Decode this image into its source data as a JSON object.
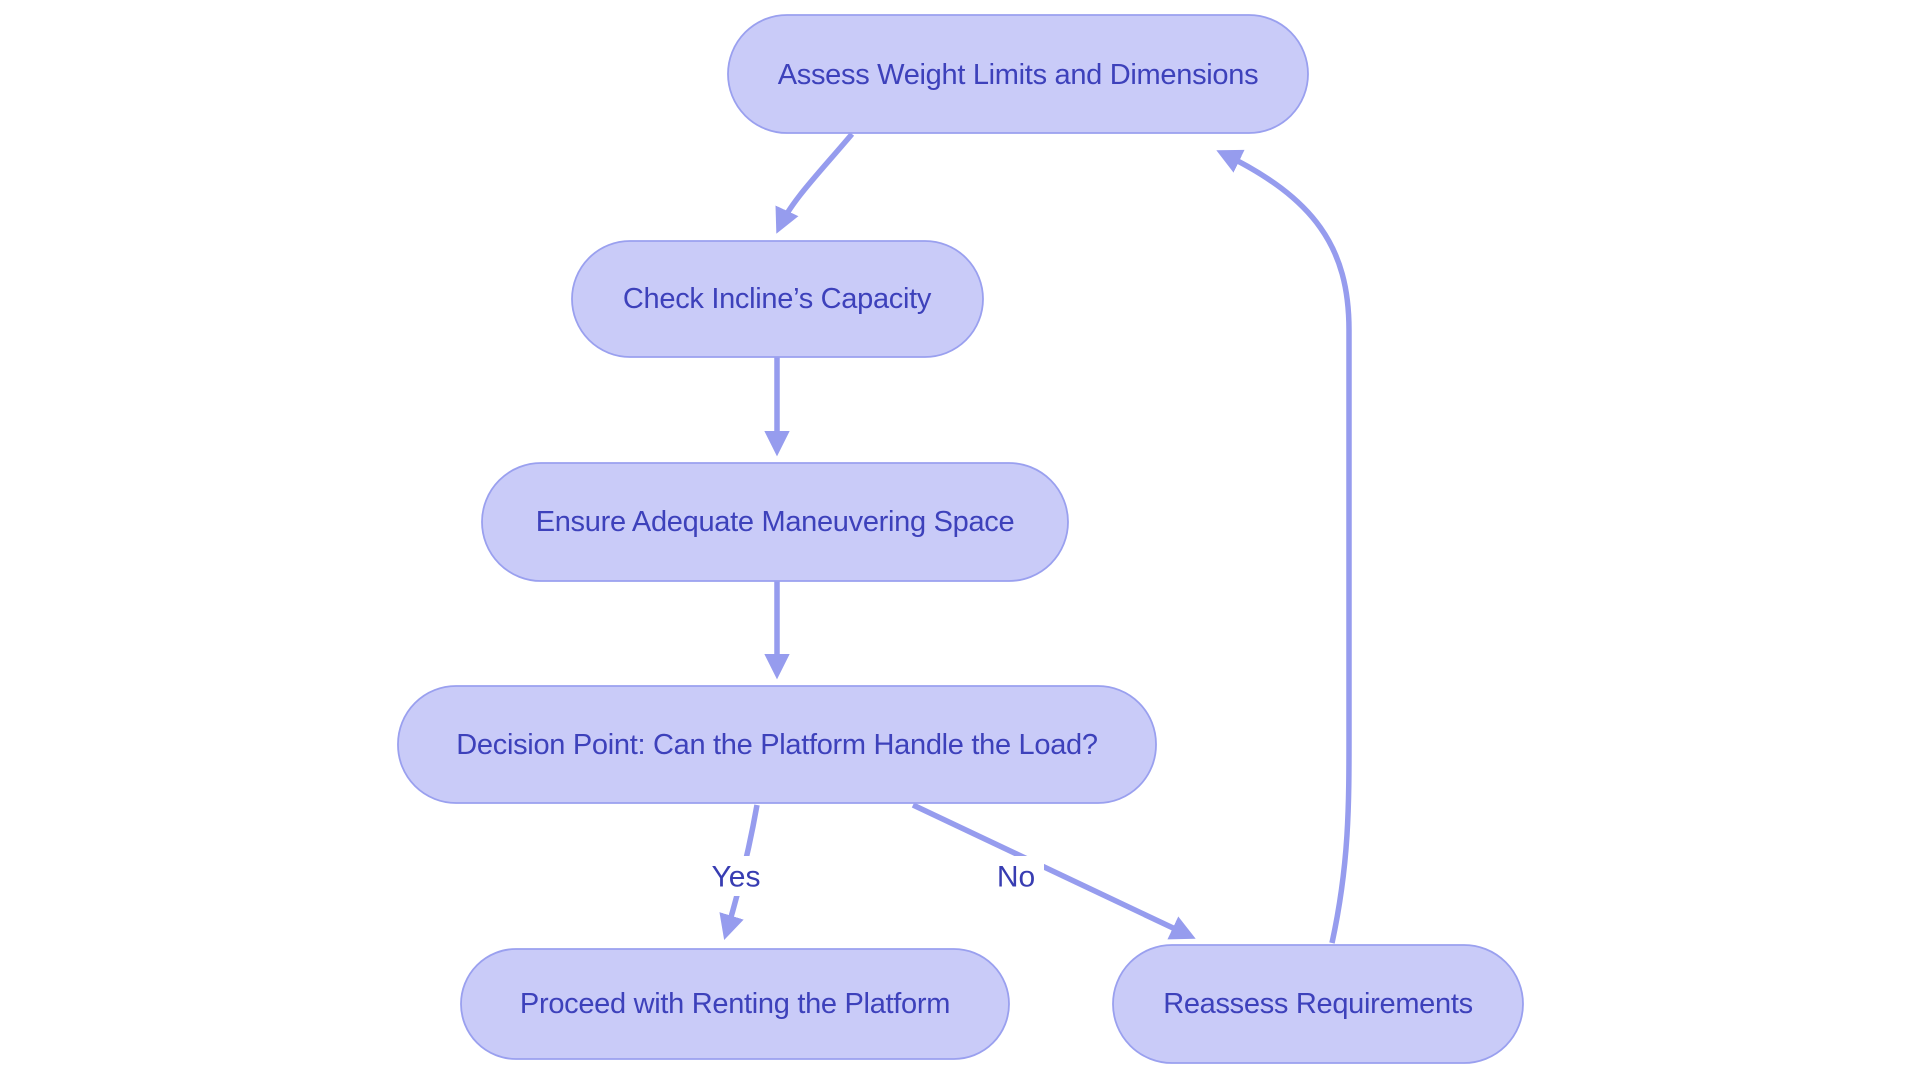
{
  "diagram": {
    "type": "flowchart",
    "direction": "top-down",
    "nodes": [
      {
        "id": "assess",
        "label": "Assess Weight Limits and Dimensions"
      },
      {
        "id": "check",
        "label": "Check Incline’s Capacity"
      },
      {
        "id": "ensure",
        "label": "Ensure Adequate Maneuvering Space"
      },
      {
        "id": "decision",
        "label": "Decision Point: Can the Platform Handle the Load?"
      },
      {
        "id": "proceed",
        "label": "Proceed with Renting the Platform"
      },
      {
        "id": "reassess",
        "label": "Reassess Requirements"
      }
    ],
    "edges": [
      {
        "from": "assess",
        "to": "check",
        "label": ""
      },
      {
        "from": "check",
        "to": "ensure",
        "label": ""
      },
      {
        "from": "ensure",
        "to": "decision",
        "label": ""
      },
      {
        "from": "decision",
        "to": "proceed",
        "label": "Yes"
      },
      {
        "from": "decision",
        "to": "reassess",
        "label": "No"
      },
      {
        "from": "reassess",
        "to": "assess",
        "label": ""
      }
    ],
    "colors": {
      "background": "#ffffff",
      "node_fill": "#c9cbf8",
      "node_border": "#9aa0ef",
      "node_text": "#3d41bb",
      "edge_stroke": "#969cee",
      "arrowhead": "#969cee",
      "edge_label_text": "#383db2",
      "edge_label_bg": "#ffffff"
    }
  }
}
